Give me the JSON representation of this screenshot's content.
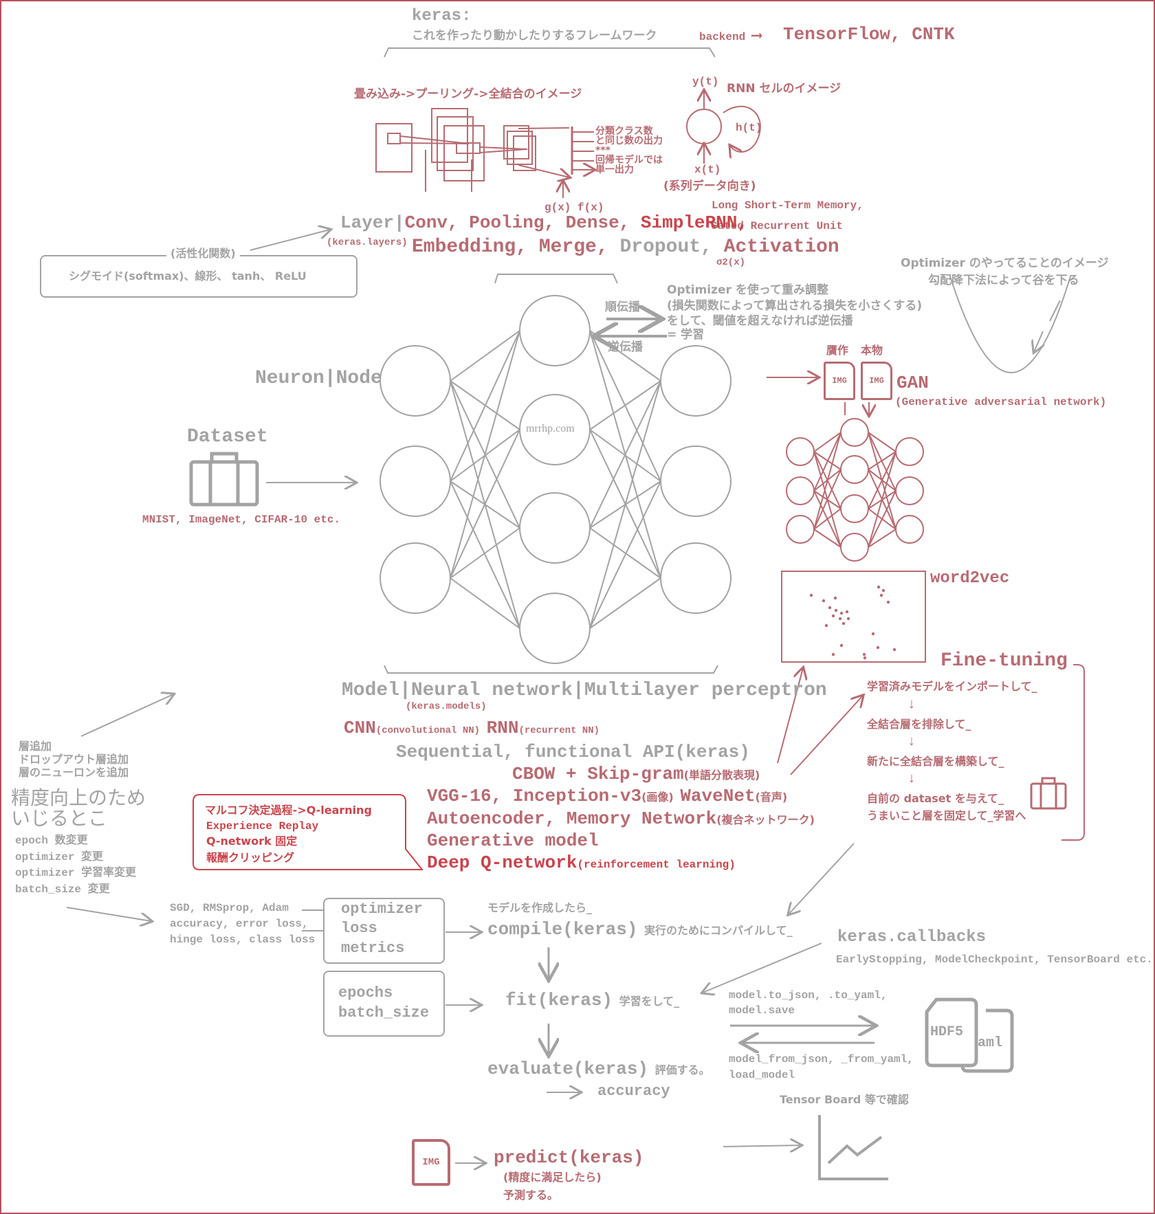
{
  "keras": {
    "title": "keras:",
    "subtitle": "これを作ったり動かしたりするフレームワーク",
    "backend_label": "backend",
    "backend_value": "TensorFlow, CNTK"
  },
  "cnn_image": {
    "title": "畳み込み->プーリング->全結合のイメージ",
    "outputs": [
      "分類クラス数",
      "と同じ数の出力",
      "***",
      "回帰モデルでは",
      "単一出力"
    ],
    "functions": "g(x) f(x)"
  },
  "rnn_cell": {
    "title": "RNN セルのイメージ",
    "y": "y(t)",
    "h": "h(t)",
    "x": "x(t)",
    "note": "(系列データ向き)",
    "lstm": "Long Short-Term Memory,",
    "gru": "Gated Recurrent Unit"
  },
  "layer": {
    "label": "Layer",
    "sep": "|",
    "items1": "Conv, Pooling, Dense,",
    "simplernn": "SimpleRNN,",
    "module": "(keras.layers)",
    "items2_a": "Embedding, Merge,",
    "items2_b": "Dropout,",
    "activation": "Activation",
    "sigma": "σ2(x)"
  },
  "activation_box": {
    "title": "(活性化関数)",
    "content": "シグモイド(softmax)、線形、 tanh、 ReLU"
  },
  "optimizer_image": {
    "line1": "Optimizer のやってることのイメージ",
    "line2": "勾配降下法によって谷を下る"
  },
  "learning": {
    "l1": "Optimizer を使って重み調整",
    "l2": "(損失関数によって算出される損失を小さくする)",
    "l3": "をして、閾値を超えなければ逆伝播",
    "l4": "= 学習",
    "forward": "順伝播",
    "backward": "逆伝播"
  },
  "network": {
    "neuron_label": "Neuron|Node",
    "watermark": "mrrhp.com"
  },
  "dataset": {
    "title": "Dataset",
    "examples": "MNIST, ImageNet, CIFAR-10 etc."
  },
  "gan": {
    "fake": "贋作",
    "real": "本物",
    "img": "IMG",
    "title": "GAN",
    "full": "(Generative adversarial network)"
  },
  "word2vec": {
    "title": "word2vec"
  },
  "fine_tuning": {
    "title": "Fine-tuning",
    "steps": [
      "学習済みモデルをインポートして_",
      "全結合層を排除して_",
      "新たに全結合層を構築して_",
      "自前の dataset を与えて_",
      "うまいこと層を固定して_学習へ"
    ],
    "arrow": "↓"
  },
  "model": {
    "line": "Model|Neural network|Multilayer perceptron",
    "module": "(keras.models)",
    "cnn": "CNN",
    "cnn_full": "(convolutional NN)",
    "rnn": "RNN",
    "rnn_full": "(recurrent NN)",
    "api": "Sequential, functional API(keras)",
    "cbow": "CBOW + Skip-gram",
    "cbow_note": "(単語分散表現)",
    "vgg": "VGG-16, Inception-v3",
    "vgg_note": "(画像)",
    "wavenet": "WaveNet",
    "wavenet_note": "(音声)",
    "autoenc": "Autoencoder, Memory Network",
    "autoenc_note": "(複合ネットワーク)",
    "generative": "Generative model",
    "dqn": "Deep Q-network",
    "dqn_note": "(reinforcement learning)"
  },
  "tuning": {
    "items": [
      "層追加",
      "ドロップアウト層追加",
      "層のニューロンを追加"
    ],
    "title1": "精度向上のため",
    "title2": "いじるとこ",
    "params": [
      "epoch 数変更",
      "optimizer 変更",
      "optimizer 学習率変更",
      "batch_size 変更"
    ]
  },
  "qbox": {
    "l1": "マルコフ決定過程->Q-learning",
    "l2": "Experience Replay",
    "l3": "Q-network 固定",
    "l4": "報酬クリッピング"
  },
  "compile_params": {
    "optimizers": "SGD, RMSprop, Adam",
    "loss1": "accuracy, error loss,",
    "loss2": "hinge loss, class loss",
    "box": [
      "optimizer",
      "loss",
      "metrics"
    ],
    "fit_box": [
      "epochs",
      "batch_size"
    ]
  },
  "flow": {
    "pre": "モデルを作成したら_",
    "compile": "compile(keras)",
    "compile_note": "実行のためにコンパイルして_",
    "fit": "fit(keras)",
    "fit_note": "学習をして_",
    "evaluate": "evaluate(keras)",
    "evaluate_note": "評価する。",
    "accuracy": "accuracy",
    "predict": "predict(keras)",
    "predict_note1": "(精度に満足したら)",
    "predict_note2": "予測する。",
    "img": "IMG"
  },
  "callbacks": {
    "title": "keras.callbacks",
    "list": "EarlyStopping, ModelCheckpoint, TensorBoard etc."
  },
  "save": {
    "l1": "model.to_json, .to_yaml,",
    "l2": "model.save",
    "l3": "model_from_json, _from_yaml,",
    "l4": "load_model",
    "hdf5": "HDF5",
    "yaml": "aml"
  },
  "tensorboard": {
    "label": "Tensor Board 等で確認"
  }
}
